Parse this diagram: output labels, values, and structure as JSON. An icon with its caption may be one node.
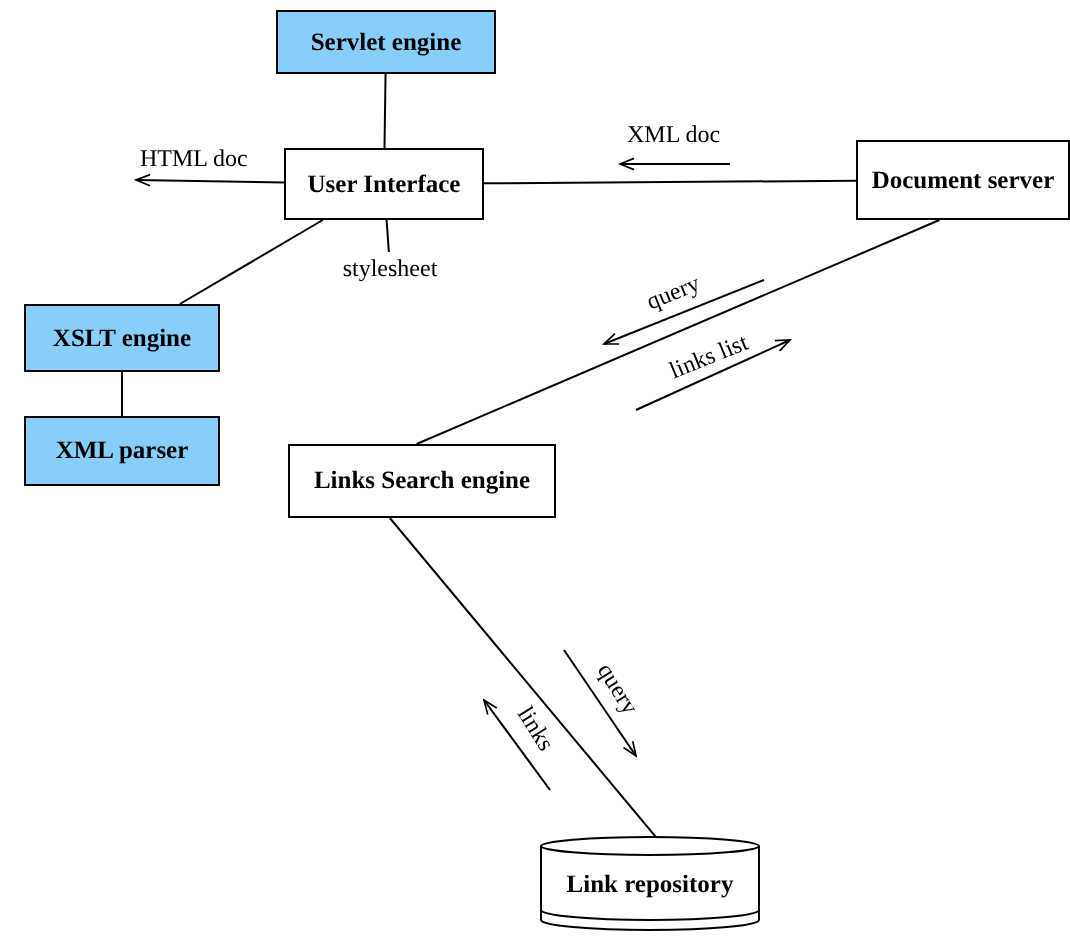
{
  "diagram": {
    "nodes": [
      {
        "text": [
          "Servlet engine"
        ]
      },
      {
        "text": [
          "User Interface"
        ]
      },
      {
        "text": [
          "Document server"
        ]
      },
      {
        "text": [
          "XSLT engine"
        ]
      },
      {
        "text": [
          "XML parser"
        ]
      },
      {
        "text": [
          "Links Search engine"
        ]
      },
      {
        "text": [
          "Link repository"
        ]
      },
      {
        "text": [
          "stylesheet"
        ]
      }
    ],
    "edges": [
      {
        "from": 0,
        "to": 1,
        "arrow": "none"
      },
      {
        "from": 1,
        "to": 2,
        "arrow": "none"
      },
      {
        "from": 1,
        "to": 3,
        "arrow": "none"
      },
      {
        "from": 3,
        "to": 4,
        "arrow": "none"
      },
      {
        "from": 2,
        "to": 5,
        "arrow": "none"
      },
      {
        "from": 5,
        "to": 6,
        "arrow": "none"
      },
      {
        "from": 1,
        "to": 7,
        "arrow": "none"
      },
      {
        "from": 1,
        "to": null,
        "arrow": "to",
        "label": "HTML doc"
      }
    ],
    "labels": [
      "XML doc",
      "query",
      "links list",
      "query",
      "links"
    ]
  }
}
